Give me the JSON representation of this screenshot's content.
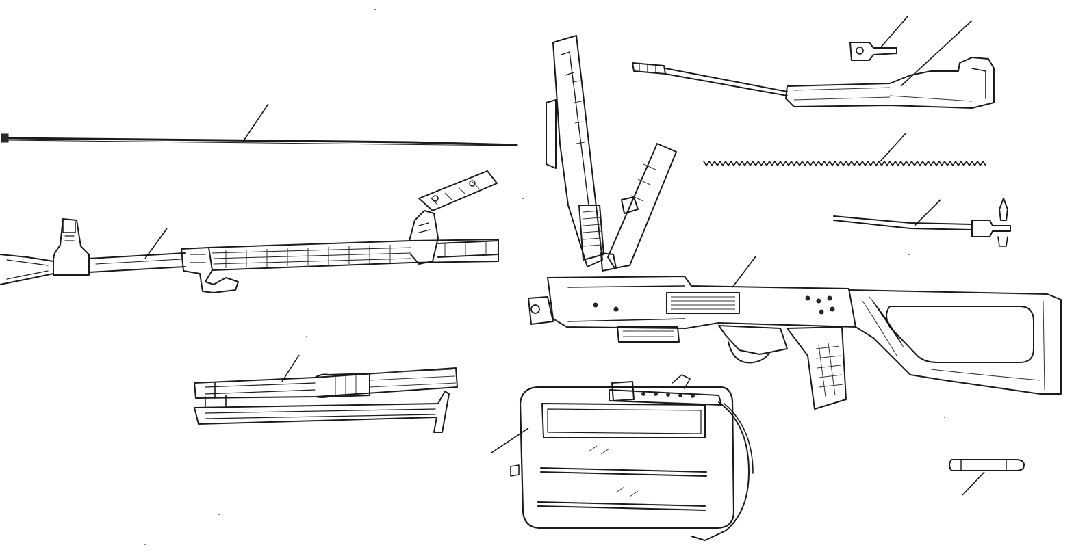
{
  "figure": {
    "style": "monochrome line drawing",
    "ink_color": "#1a1a1a",
    "paper_color": "#ffffff",
    "components": [
      "cleaning-rod",
      "barrel-with-gas-tube",
      "bipod",
      "receiver-with-stock",
      "receiver-cover",
      "bolt-carrier",
      "bolt",
      "return-spring",
      "recoil-spring-guide",
      "magazine-box",
      "oiler"
    ]
  }
}
